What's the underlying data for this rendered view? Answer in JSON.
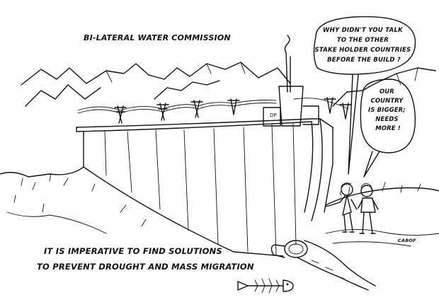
{
  "title": "BI-LATERAL WATER COMMISSION",
  "bubble_question": [
    "WHY DIDN'T YOU TALK",
    "TO THE OTHER",
    "STAKE HOLDER COUNTRIES",
    "BEFORE THE BUILD ?"
  ],
  "bubble_answer": [
    "OUR",
    "COUNTRY",
    "IS BIGGER;",
    "NEEDS",
    "MORE !"
  ],
  "caption": [
    "IT IS IMPERATIVE TO FIND SOLUTIONS",
    "TO PREVENT DROUGHT AND MASS MIGRATION"
  ],
  "signature": "CABOF"
}
